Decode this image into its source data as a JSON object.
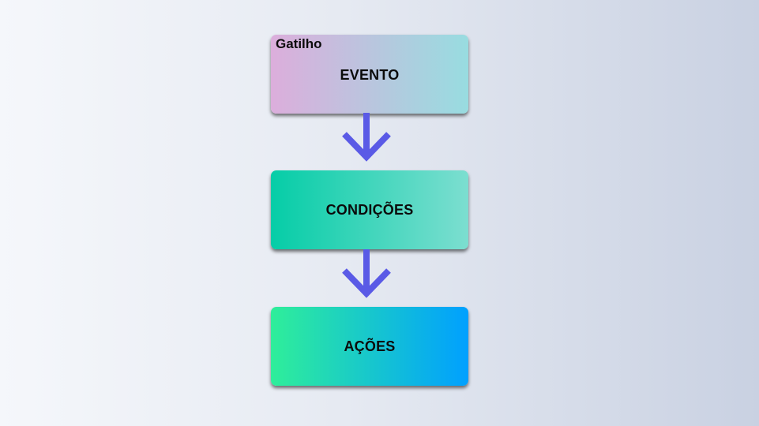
{
  "flow": {
    "trigger_tag": "Gatilho",
    "steps": [
      {
        "label": "EVENTO",
        "gradient": [
          "#dcaedc",
          "#98dce0"
        ]
      },
      {
        "label": "CONDIÇÕES",
        "gradient": [
          "#05cda7",
          "#7cded0"
        ]
      },
      {
        "label": "AÇÕES",
        "gradient": [
          "#2fee9a",
          "#00a0ff"
        ]
      }
    ],
    "arrow_color": "#5a5ae6",
    "arrow_icon": "arrow-down-icon"
  }
}
